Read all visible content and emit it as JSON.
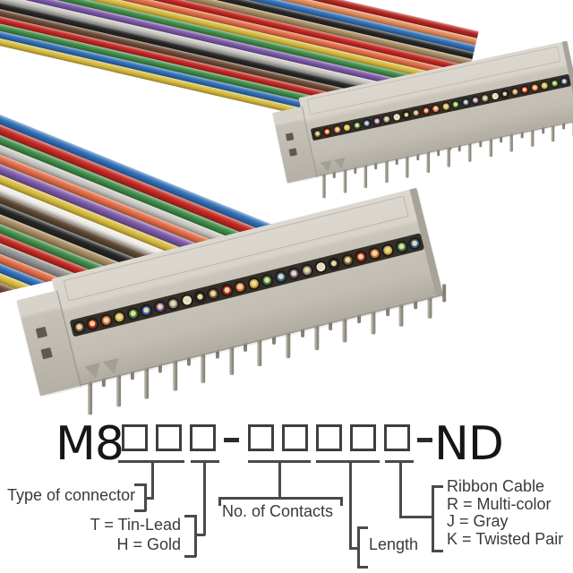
{
  "part_number": {
    "prefix": "M8",
    "suffix": "ND",
    "separator": "-",
    "connector_digit_boxes": 3,
    "spec_digit_boxes": 5
  },
  "callouts": {
    "type_of_connector": "Type of connector",
    "plating_lines": [
      "T = Tin-Lead",
      "H = Gold"
    ],
    "contacts": "No. of Contacts",
    "length": "Length",
    "ribbon_lines": [
      "Ribbon Cable",
      "R = Multi-color",
      "J = Gray",
      "K = Twisted Pair"
    ]
  },
  "colors": {
    "background": "#ffffff",
    "line": "#4a4a4a",
    "label_text": "#3a3a3a",
    "part_number_text": "#161616",
    "box_border": "#3e3e3e"
  },
  "photo": {
    "connector_body_color": "#c9c5bb",
    "connector_top_color": "#d8d4cc",
    "connector_latch_color": "#c6c2b8",
    "wire_slot_color": "#332f28",
    "pin_color_light": "#c6c2b8",
    "pin_color_dark": "#8a8678",
    "wire_core_color": "#ecd9a0",
    "pins_per_row": 13,
    "contacts_per_connector": 26,
    "wire_colors": [
      "#7a5b40",
      "#b3251f",
      "#d4683c",
      "#c9a93b",
      "#3c7a42",
      "#2d5d9e",
      "#6e4b96",
      "#8a8a8a",
      "#e9e4d8",
      "#262626",
      "#7a5b40",
      "#b3251f",
      "#d4683c",
      "#c9a93b",
      "#3c7a42",
      "#2d5d9e",
      "#6e4b96",
      "#8a8a8a",
      "#e9e4d8",
      "#262626",
      "#7a5b40",
      "#b3251f",
      "#d4683c",
      "#c9a93b",
      "#3c7a42",
      "#2d5d9e"
    ],
    "upper_band_stripes": [
      "#b3251f",
      "#e08a5a",
      "#2e6db4",
      "#262626",
      "#a5885c",
      "#c12720",
      "#e06b44",
      "#d6b93c",
      "#3e8a46",
      "#7a57a5",
      "#c8c6c0",
      "#262626",
      "#6b4a35",
      "#c12720",
      "#3e8a46",
      "#2e6db4",
      "#d6b93c"
    ],
    "lower_band_stripes": [
      "#2e6db4",
      "#c12720",
      "#3e8a46",
      "#c8c6c0",
      "#e06b44",
      "#7a57a5",
      "#d6b93c",
      "#efece4",
      "#5b4632",
      "#262626",
      "#a5885c",
      "#3e8a46",
      "#c12720",
      "#8f8f8f",
      "#e06b44",
      "#2e6db4",
      "#d6b93c",
      "#6b4a35",
      "#c12720",
      "#262626"
    ]
  }
}
